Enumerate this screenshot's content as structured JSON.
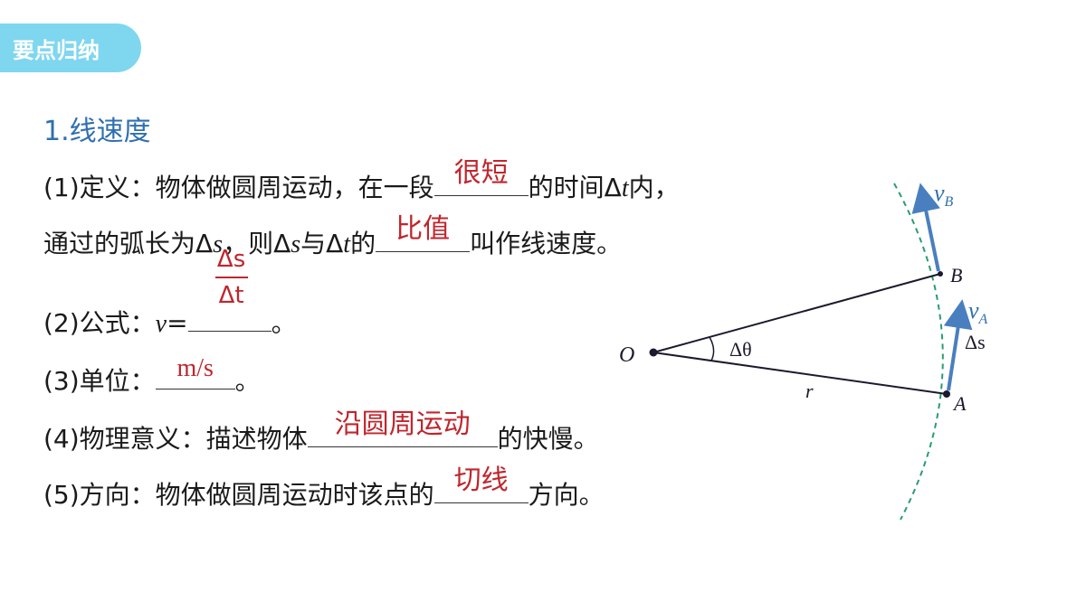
{
  "badge": "要点归纳",
  "heading": "1.线速度",
  "def": {
    "prefix": "(1)定义：物体做圆周运动，在一段",
    "answer1": "很短",
    "mid1": "的时间Δ",
    "var_t": "t",
    "suffix1": "内，",
    "line2_prefix": "通过的弧长为Δ",
    "var_s": "s",
    "line2_mid": "，则Δ",
    "var_s2": "s",
    "line2_mid2": "与Δ",
    "var_t2": "t",
    "line2_mid3": "的",
    "answer2": "比值",
    "line2_suffix": "叫作线速度。"
  },
  "formula": {
    "prefix": "(2)公式：",
    "var_v": "v",
    "eq": "=",
    "numerator": "Δs",
    "denominator": "Δt",
    "suffix": "。"
  },
  "unit": {
    "prefix": "(3)单位：",
    "answer": "m/s",
    "suffix": "。"
  },
  "meaning": {
    "prefix": "(4)物理意义：描述物体",
    "answer": "沿圆周运动",
    "suffix": "的快慢。"
  },
  "direction": {
    "prefix": "(5)方向：物体做圆周运动时该点的",
    "answer": "切线",
    "suffix": "方向。"
  },
  "diagram": {
    "label_O": "O",
    "label_A": "A",
    "label_B": "B",
    "label_r": "r",
    "label_theta": "Δθ",
    "label_ds": "Δs",
    "label_vA": "v",
    "label_vA_sub": "A",
    "label_vB": "v",
    "label_vB_sub": "B",
    "colors": {
      "arrow": "#4a7fbf",
      "arc": "#2a9d6e",
      "line": "#1a1a2e"
    }
  }
}
